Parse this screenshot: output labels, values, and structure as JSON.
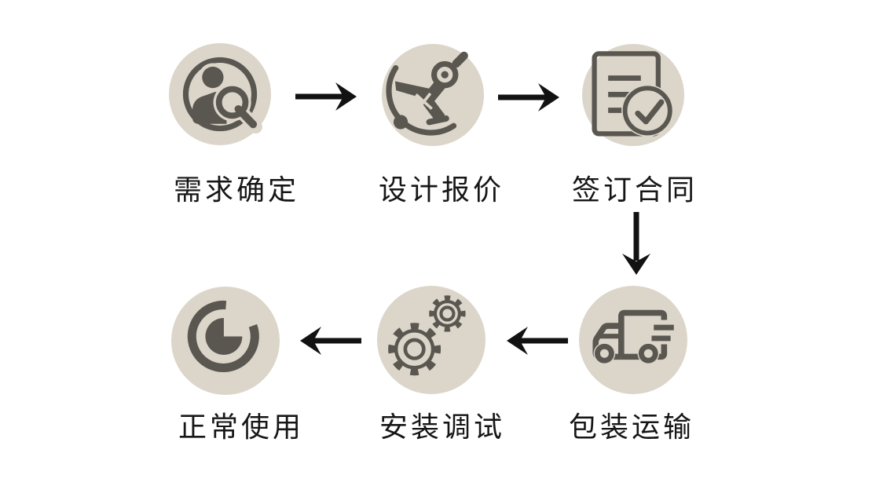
{
  "diagram": {
    "background_color": "#ffffff",
    "node_fill_color": "#dcd5ca",
    "icon_color": "#5a5751",
    "arrow_color": "#121212",
    "text_color": "#161616",
    "steps": [
      {
        "order": 1,
        "label": "需求确定",
        "icon": "user-search-icon"
      },
      {
        "order": 2,
        "label": "设计报价",
        "icon": "drafting-compass-icon"
      },
      {
        "order": 3,
        "label": "签订合同",
        "icon": "contract-check-icon"
      },
      {
        "order": 4,
        "label": "包装运输",
        "icon": "delivery-truck-icon"
      },
      {
        "order": 5,
        "label": "安装调试",
        "icon": "gears-icon"
      },
      {
        "order": 6,
        "label": "正常使用",
        "icon": "pie-chart-icon"
      }
    ],
    "connections": [
      {
        "from": "需求确定",
        "to": "设计报价",
        "direction": "right"
      },
      {
        "from": "设计报价",
        "to": "签订合同",
        "direction": "right"
      },
      {
        "from": "签订合同",
        "to": "包装运输",
        "direction": "down"
      },
      {
        "from": "包装运输",
        "to": "安装调试",
        "direction": "left"
      },
      {
        "from": "安装调试",
        "to": "正常使用",
        "direction": "left"
      }
    ]
  }
}
